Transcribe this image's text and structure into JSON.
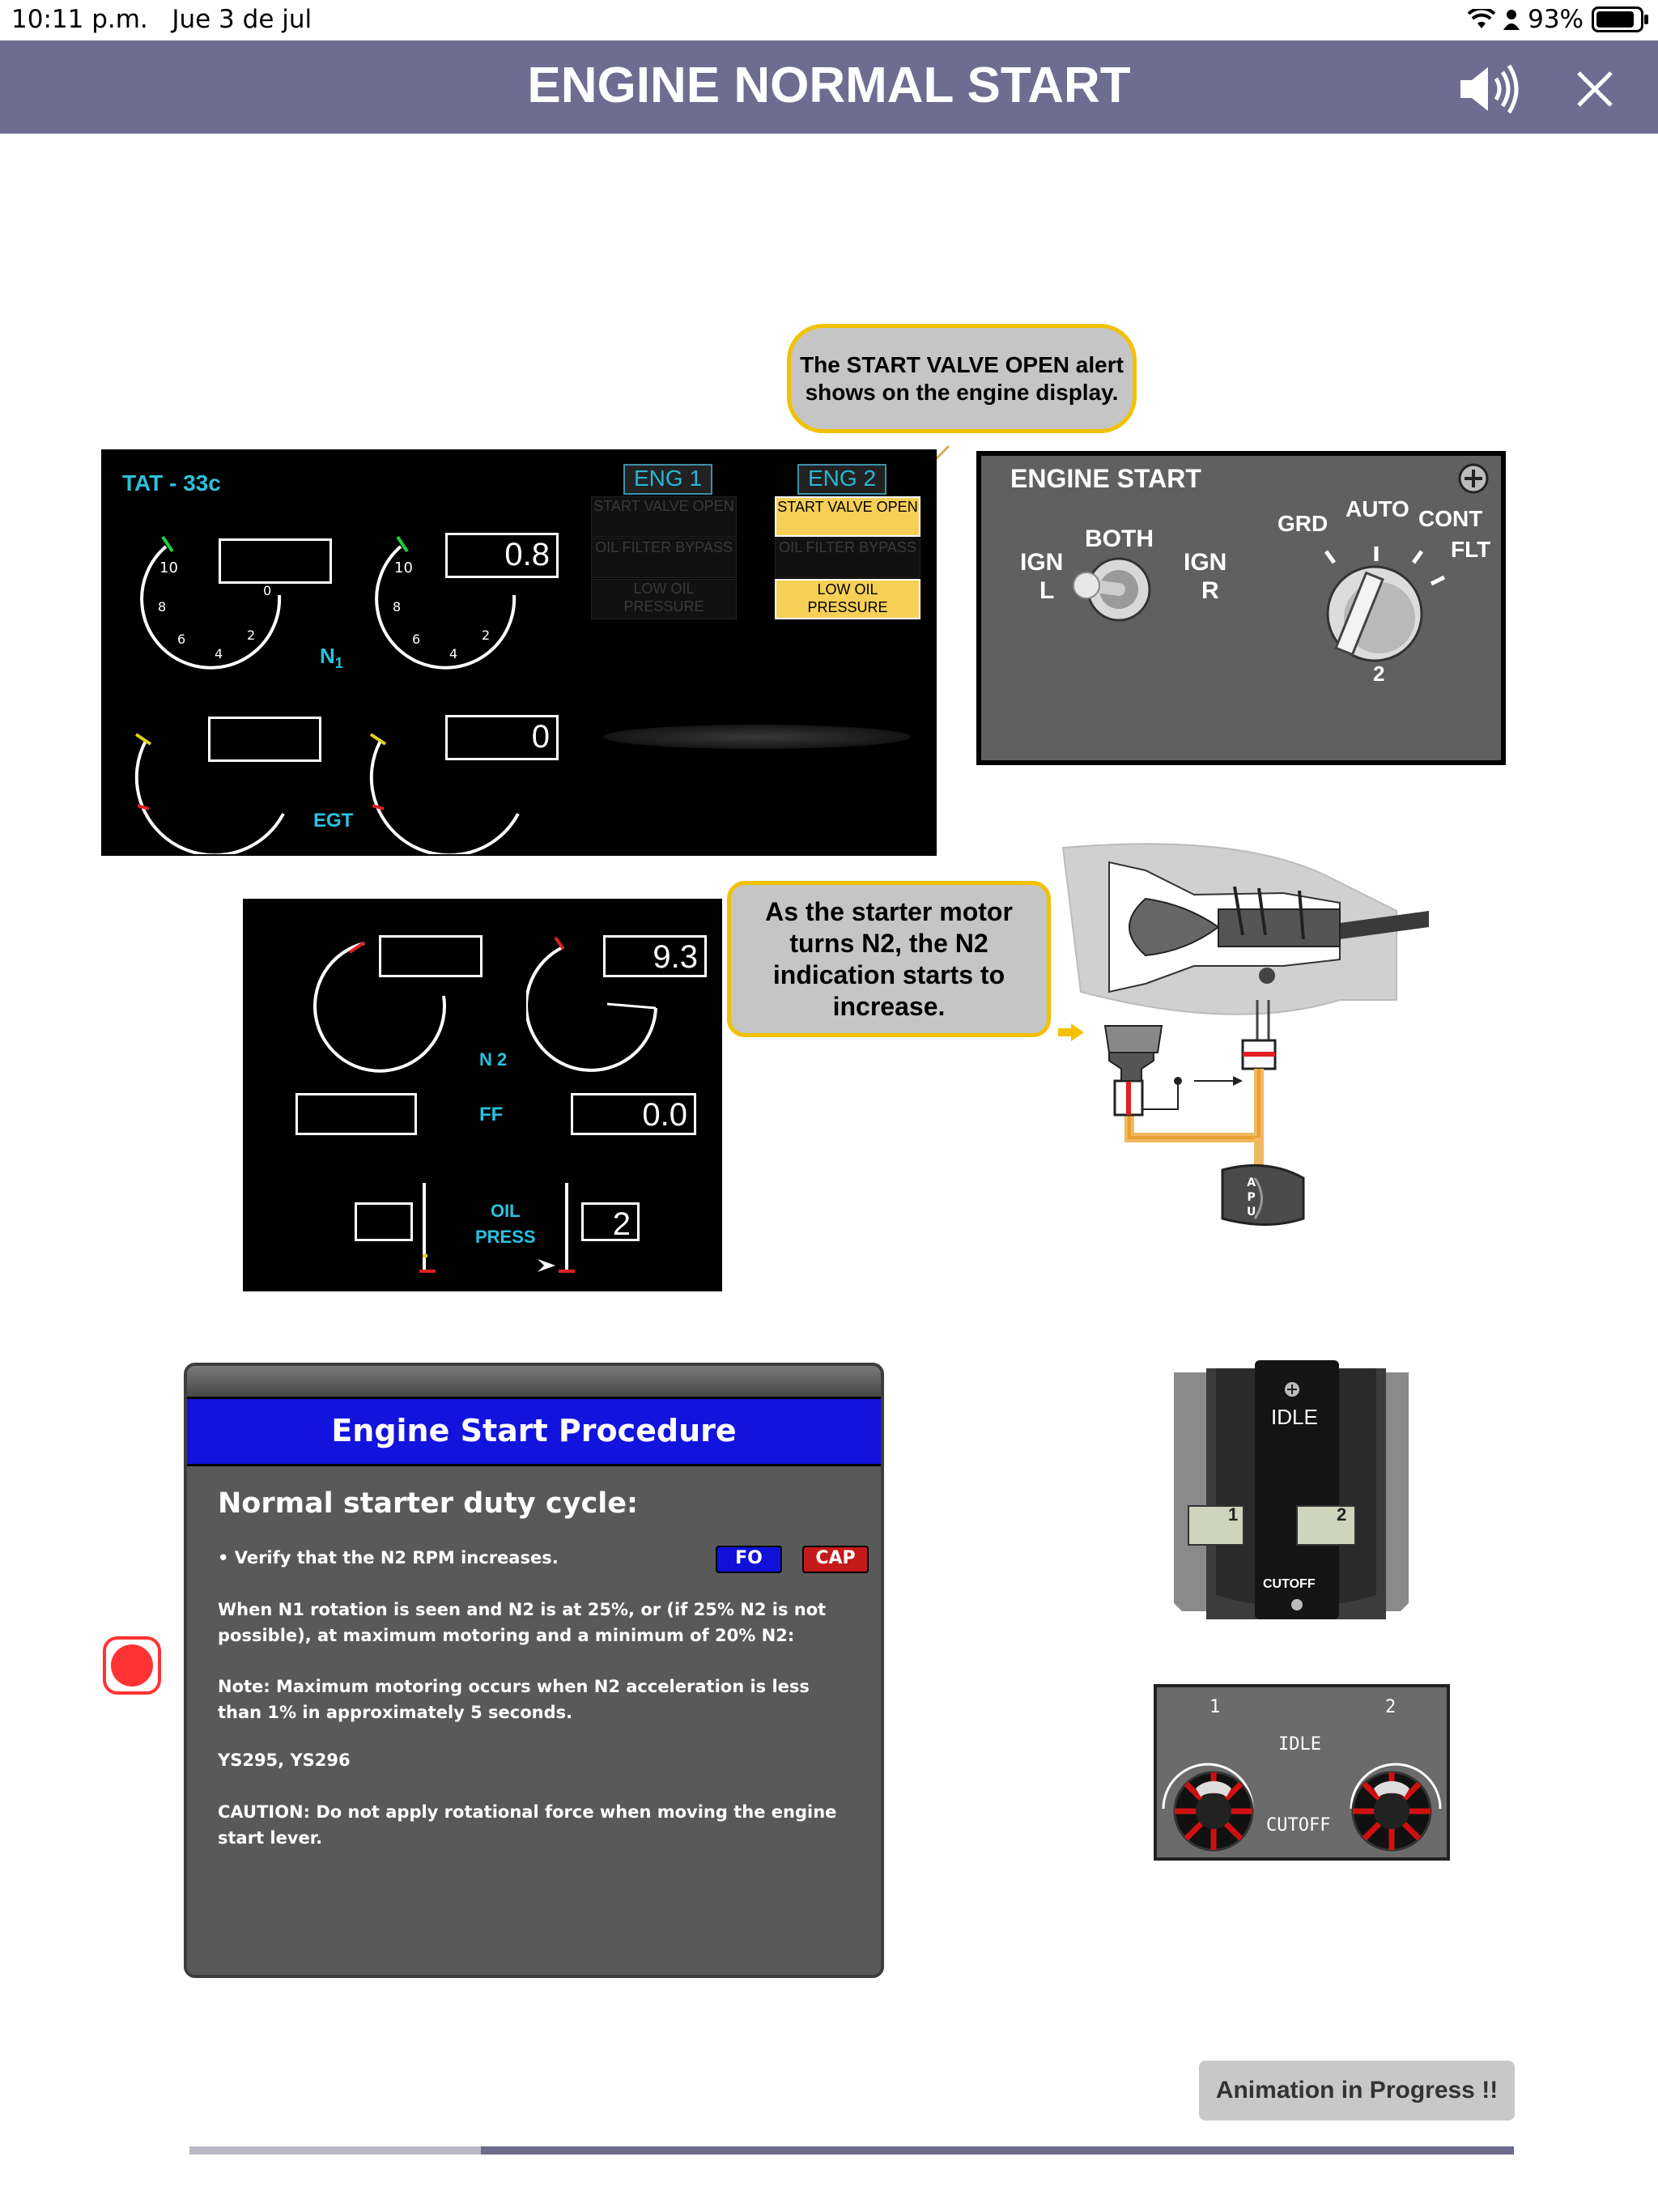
{
  "status_bar": {
    "time": "10:11 p.m.",
    "date": "Jue 3 de jul",
    "battery": "93%"
  },
  "header": {
    "title": "ENGINE NORMAL START",
    "speaker_icon": "speaker-icon",
    "close_icon": "close-icon"
  },
  "callout_top": {
    "text": "The START VALVE OPEN alert shows on the engine display."
  },
  "callout_mid": {
    "text": "As the starter motor turns N2, the N2 indication starts to increase."
  },
  "engine_display": {
    "tat": "TAT - 33c",
    "n1_label": "N",
    "n1_sub": "1",
    "egt_label": "EGT",
    "eng1_tab": "ENG 1",
    "eng2_tab": "ENG 2",
    "n1_eng1_value": "",
    "n1_eng2_value": "0.8",
    "egt_eng1_value": "",
    "egt_eng2_value": "0",
    "gauge_ticks": [
      "10",
      "8",
      "6",
      "4",
      "2",
      "0"
    ],
    "alerts_eng1": [
      "START VALVE OPEN",
      "OIL FILTER BYPASS",
      "LOW OIL PRESSURE"
    ],
    "alerts_eng2": [
      "START VALVE OPEN",
      "OIL FILTER BYPASS",
      "LOW OIL PRESSURE"
    ]
  },
  "engine_start_panel": {
    "title": "ENGINE START",
    "both": "BOTH",
    "ign_l": "IGN",
    "l": "L",
    "ign_r": "IGN",
    "r": "R",
    "grd": "GRD",
    "auto": "AUTO",
    "cont": "CONT",
    "flt": "FLT",
    "two": "2"
  },
  "n2_display": {
    "n2_label": "N 2",
    "ff_label": "FF",
    "oil_label": "OIL",
    "press_label": "PRESS",
    "n2_eng1_value": "",
    "n2_eng2_value": "9.3",
    "ff_eng1_value": "",
    "ff_eng2_value": "0.0",
    "oil_eng1_value": "",
    "oil_eng2_value": "2"
  },
  "apu_label": [
    "A",
    "P",
    "U"
  ],
  "thrust_quadrant": {
    "idle": "IDLE",
    "one": "1",
    "two": "2",
    "cutoff": "CUTOFF"
  },
  "cutoff_panel": {
    "one": "1",
    "two": "2",
    "idle": "IDLE",
    "cutoff": "CUTOFF"
  },
  "procedure": {
    "title": "Engine Start Procedure",
    "heading": "Normal starter duty cycle:",
    "bullet": "• Verify that the N2 RPM increases.",
    "fo_badge": "FO",
    "cap_badge": "CAP",
    "para1": "When N1 rotation is seen and N2 is at 25%, or (if 25% N2 is not possible), at maximum motoring and a minimum of 20% N2:",
    "para2": "Note: Maximum motoring occurs when N2 acceleration is less than 1% in approximately 5 seconds.",
    "para3": "YS295, YS296",
    "para4": "CAUTION: Do not apply rotational force when moving the engine start lever."
  },
  "animation_status": "Animation in Progress !!",
  "progress": {
    "fraction": 0.22
  },
  "colors": {
    "header": "#6e6d91",
    "callout_border": "#f2c100",
    "proc_title": "#1313de",
    "alert": "#f5cf56",
    "cyan": "#27c2e0"
  }
}
